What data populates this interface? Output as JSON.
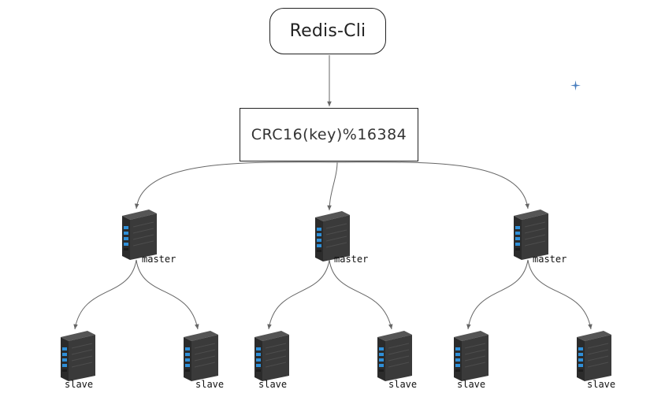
{
  "client": {
    "label": "Redis-Cli"
  },
  "hash": {
    "label": "CRC16(key)%16384"
  },
  "masters": [
    {
      "label": "master",
      "icon": "server-icon"
    },
    {
      "label": "master",
      "icon": "server-icon"
    },
    {
      "label": "master",
      "icon": "server-icon"
    }
  ],
  "slaves": [
    {
      "label": "slave",
      "icon": "server-icon"
    },
    {
      "label": "slave",
      "icon": "server-icon"
    },
    {
      "label": "slave",
      "icon": "server-icon"
    },
    {
      "label": "slave",
      "icon": "server-icon"
    },
    {
      "label": "slave",
      "icon": "server-icon"
    },
    {
      "label": "slave",
      "icon": "server-icon"
    }
  ],
  "colors": {
    "connector": "#666666",
    "server_body": "#2b2b2b",
    "server_light": "#2f8fd8",
    "sparkle": "#4a7fbf"
  }
}
